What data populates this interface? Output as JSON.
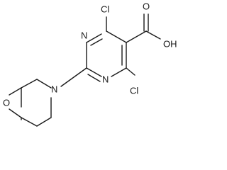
{
  "molecule": {
    "atoms": {
      "cl_top": "Cl",
      "cl_bottom": "Cl",
      "n_ring_top": "N",
      "n_ring_bottom": "N",
      "n_morpholine": "N",
      "o_morpholine": "O",
      "oh": "OH",
      "o_carbonyl": "O"
    }
  }
}
